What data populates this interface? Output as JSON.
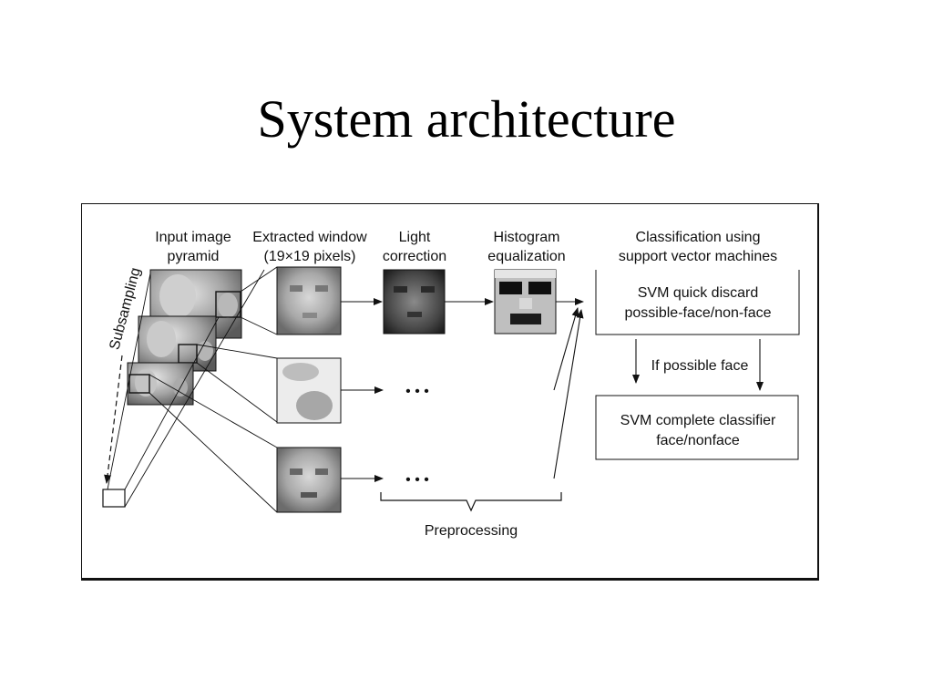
{
  "slide": {
    "title": "System architecture"
  },
  "diagram": {
    "subsampling_label": "Subsampling",
    "headers": {
      "pyramid": [
        "Input image",
        "pyramid"
      ],
      "extracted": [
        "Extracted window",
        "(19×19 pixels)"
      ],
      "light": [
        "Light",
        "correction"
      ],
      "histogram": [
        "Histogram",
        "equalization"
      ],
      "classification": [
        "Classification using",
        "support vector machines"
      ]
    },
    "svm_quick": [
      "SVM quick discard",
      "possible-face/non-face"
    ],
    "if_possible": "If possible face",
    "svm_complete": [
      "SVM complete classifier",
      "face/nonface"
    ],
    "preprocessing": "Preprocessing",
    "ellipsis": "• • •"
  }
}
